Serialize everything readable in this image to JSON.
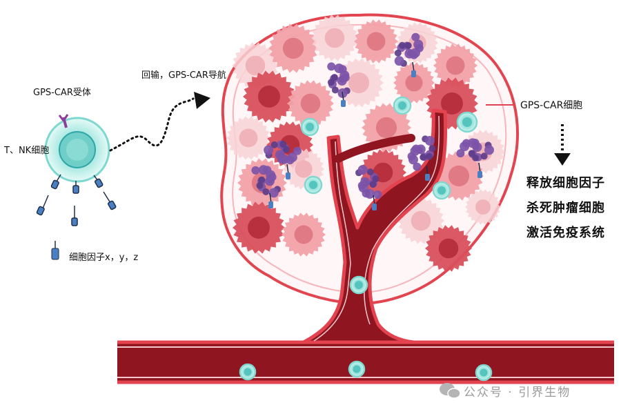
{
  "labels": {
    "receptor": "GPS-CAR受体",
    "t_nk_cell": "T、NK细胞",
    "cytokine_legend": "细胞因子x，y，z",
    "infusion": "回输，GPS-CAR导航",
    "gps_car_cell": "GPS-CAR细胞",
    "effects": [
      "释放细胞因子",
      "杀死肿瘤细胞",
      "激活免疫系统"
    ]
  },
  "watermark": {
    "text": "公众号 · 引界生物",
    "icon": "wechat-icon"
  },
  "colors": {
    "vessel_dark": "#8f1620",
    "vessel_edge": "#e2434f",
    "tumor_red": "#d8505c",
    "tumor_pink": "#f2a1a8",
    "tumor_light": "#f8d2d6",
    "cytokine_purple": "#7c54a8",
    "car_cell_cyan": "#7fd8d0",
    "receptor_purple": "#8e3d9a",
    "marker_blue": "#4a7fc1"
  }
}
